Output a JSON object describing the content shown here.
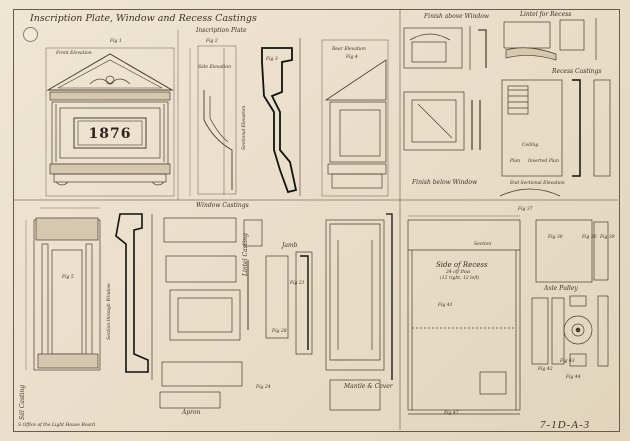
{
  "title": "Inscription Plate, Window and Recess Castings",
  "sections": {
    "inscription_plate": "Inscription Plate",
    "window_castings": "Window Castings",
    "finish_above_window": "Finish above Window",
    "finish_below_window": "Finish below Window",
    "lintel_for_recess": "Lintel for Recess",
    "recess_castings": "Recess Castings",
    "sill_casting": "Sill Casting",
    "jamb": "Jamb",
    "lintel_casting": "Lintel Casting",
    "axle_pulley": "Axle Pulley",
    "mantle_cover": "Mantle & Cover",
    "apron": "Apron",
    "side_of_recess": "Side of Recess",
    "side_of_recess_sub": "24 off thus",
    "side_of_recess_sub2": "(12 right, 12 left)"
  },
  "plate_number": "1876",
  "figure_labels": [
    "Fig 1",
    "Fig 2",
    "Fig 3",
    "Fig 4",
    "Fig 5",
    "Fig 21",
    "Fig 24",
    "Fig 28",
    "Fig 36",
    "Fig 37",
    "Fig 38",
    "Fig 39",
    "Fig 41",
    "Fig 42",
    "Fig 43",
    "Fig 44",
    "Fig 47"
  ],
  "view_labels": {
    "front_elevation": "Front Elevation",
    "side_elevation": "Side Elevation",
    "rear_elevation": "Rear Elevation",
    "sectional_elevation": "Sectional Elevation",
    "plan": "Plan",
    "inverted_plan": "Inverted Plan",
    "section": "Section",
    "ceiling": "Ceiling",
    "end_sectional_elevation": "End Sectional Elevation",
    "section_through_window": "Section through Window"
  },
  "drawing_number": "7-1D-A-3",
  "footer_note": "S Office of the Light House Board"
}
